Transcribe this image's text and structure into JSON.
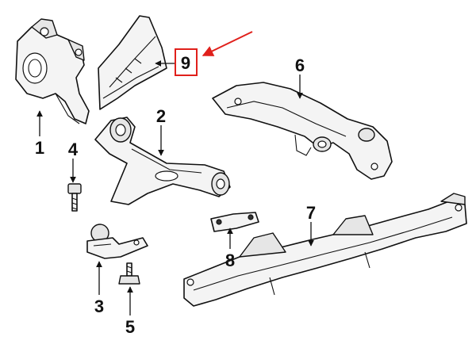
{
  "diagram": {
    "callouts": [
      {
        "id": "1",
        "label": "1"
      },
      {
        "id": "2",
        "label": "2"
      },
      {
        "id": "3",
        "label": "3"
      },
      {
        "id": "4",
        "label": "4"
      },
      {
        "id": "5",
        "label": "5"
      },
      {
        "id": "6",
        "label": "6"
      },
      {
        "id": "7",
        "label": "7"
      },
      {
        "id": "8",
        "label": "8"
      },
      {
        "id": "9",
        "label": "9"
      }
    ],
    "highlight": {
      "callout": "9",
      "color": "#e0201b"
    },
    "line_color": "#111111"
  }
}
